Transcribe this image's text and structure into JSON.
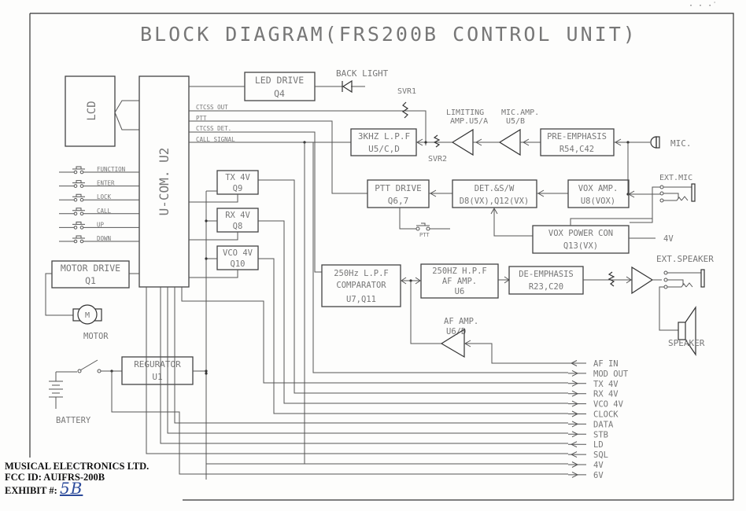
{
  "title": "BLOCK DIAGRAM(FRS200B CONTROL UNIT)",
  "blocks": {
    "lcd": "LCD",
    "ucom": "U-COM. U2",
    "led_drive": [
      "LED DRIVE",
      "Q4"
    ],
    "lpf3k": [
      "3KHZ L.P.F",
      "U5/C,D"
    ],
    "pre_emphasis": [
      "PRE-EMPHASIS",
      "R54,C42"
    ],
    "ptt_drive": [
      "PTT DRIVE",
      "Q6,7"
    ],
    "det_sw": [
      "DET.&S/W",
      "D8(VX),Q12(VX)"
    ],
    "vox_amp": [
      "VOX AMP.",
      "U8(VOX)"
    ],
    "vox_power": [
      "VOX POWER CON",
      "Q13(VX)"
    ],
    "tx4v": [
      "TX 4V",
      "Q9"
    ],
    "rx4v": [
      "RX 4V",
      "Q8"
    ],
    "vco4v": [
      "VCO 4V",
      "Q10"
    ],
    "motor_drive": [
      "MOTOR DRIVE",
      "Q1"
    ],
    "lpf250": [
      "250Hz L.P.F",
      "COMPARATOR",
      "U7,Q11"
    ],
    "hpf250": [
      "250HZ H.P.F",
      "AF AMP.",
      "U6"
    ],
    "de_emphasis": [
      "DE-EMPHASIS",
      "R23,C20"
    ],
    "regulator": [
      "REGURATOR",
      "U1"
    ]
  },
  "labels": {
    "back_light": "BACK LIGHT",
    "svr1": "SVR1",
    "svr2": "SVR2",
    "limiting_amp": [
      "LIMITING",
      "AMP.U5/A"
    ],
    "mic_amp": [
      "MIC.AMP.",
      "U5/B"
    ],
    "mic": "MIC.",
    "ext_mic": "EXT.MIC",
    "ext_speaker": "EXT.SPEAKER",
    "speaker": "SPEAKER",
    "ptt_switch": "PTT",
    "vox_4v": "4V",
    "af_amp": [
      "AF AMP.",
      "U6/D"
    ],
    "motor": "MOTOR",
    "motor_m": "M",
    "battery": "BATTERY"
  },
  "ucom_signals": [
    "CTCSS OUT",
    "PTT",
    "CTCSS DET.",
    "CALL SIGNAL"
  ],
  "keys": [
    "FUNCTION",
    "ENTER",
    "LOCK",
    "CALL",
    "UP",
    "DOWN"
  ],
  "connector_pins": [
    {
      "label": "AF IN",
      "dir": "in"
    },
    {
      "label": "MOD OUT",
      "dir": "out"
    },
    {
      "label": "TX 4V",
      "dir": "out"
    },
    {
      "label": "RX 4V",
      "dir": "out"
    },
    {
      "label": "VCO 4V",
      "dir": "out"
    },
    {
      "label": "CLOCK",
      "dir": "out"
    },
    {
      "label": "DATA",
      "dir": "out"
    },
    {
      "label": "STB",
      "dir": "out"
    },
    {
      "label": "LD",
      "dir": "in"
    },
    {
      "label": "SQL",
      "dir": "in"
    },
    {
      "label": "4V",
      "dir": "out"
    },
    {
      "label": "6V",
      "dir": "out"
    }
  ],
  "stamp": {
    "company": "MUSICAL ELECTRONICS LTD.",
    "fcc_id": "FCC ID: AUIFRS-200B",
    "exhibit_label": "EXHIBIT #:",
    "exhibit_value": "5B"
  }
}
